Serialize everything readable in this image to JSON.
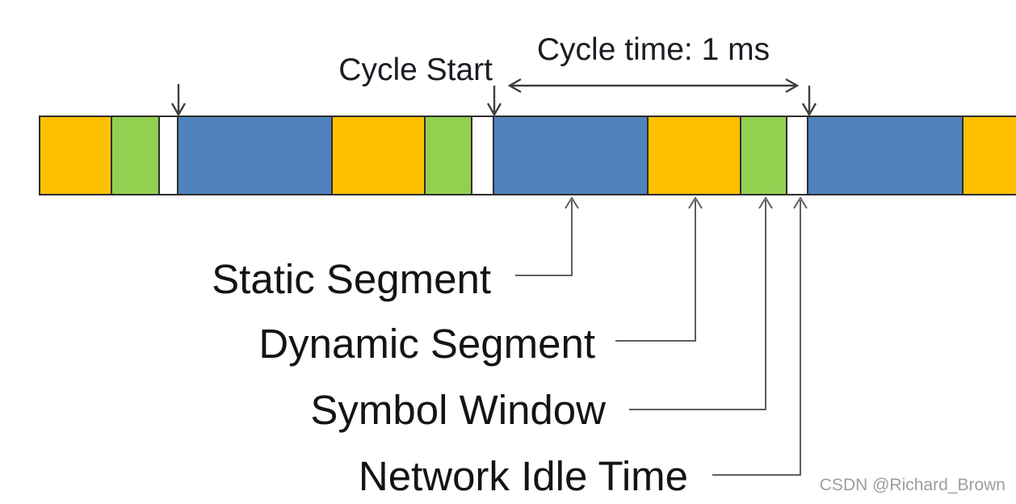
{
  "annotations": {
    "cycle_start": "Cycle Start",
    "cycle_time": "Cycle time: 1 ms"
  },
  "legend": [
    {
      "label": "Static Segment",
      "segment": "static_segment"
    },
    {
      "label": "Dynamic Segment",
      "segment": "dynamic_segment"
    },
    {
      "label": "Symbol Window",
      "segment": "symbol_window"
    },
    {
      "label": "Network Idle Time",
      "segment": "network_idle"
    }
  ],
  "watermark": "CSDN @Richard_Brown",
  "colors": {
    "static_segment": "#4f81bd",
    "dynamic_segment": "#ffc000",
    "symbol_window": "#92d050",
    "network_idle": "#ffffff",
    "outline": "#2d2d2d",
    "arrow": "#3f3f3f",
    "connector": "#5f5f5f",
    "label_text": "#141414",
    "watermark_text": "#9e9ea0"
  },
  "timeline": {
    "cycle_time_ms": 1,
    "cycles_shown": "partial + 2 full + partial",
    "segments": [
      {
        "type": "dynamic_segment",
        "width": 89,
        "note": "clipped at left edge"
      },
      {
        "type": "symbol_window",
        "width": 59
      },
      {
        "type": "network_idle",
        "width": 23
      },
      {
        "type": "static_segment",
        "width": 191
      },
      {
        "type": "dynamic_segment",
        "width": 115
      },
      {
        "type": "symbol_window",
        "width": 58
      },
      {
        "type": "network_idle",
        "width": 27
      },
      {
        "type": "static_segment",
        "width": 191
      },
      {
        "type": "dynamic_segment",
        "width": 115
      },
      {
        "type": "symbol_window",
        "width": 57
      },
      {
        "type": "network_idle",
        "width": 26
      },
      {
        "type": "static_segment",
        "width": 192
      },
      {
        "type": "dynamic_segment",
        "width": 67,
        "note": "clipped at right edge"
      }
    ]
  }
}
